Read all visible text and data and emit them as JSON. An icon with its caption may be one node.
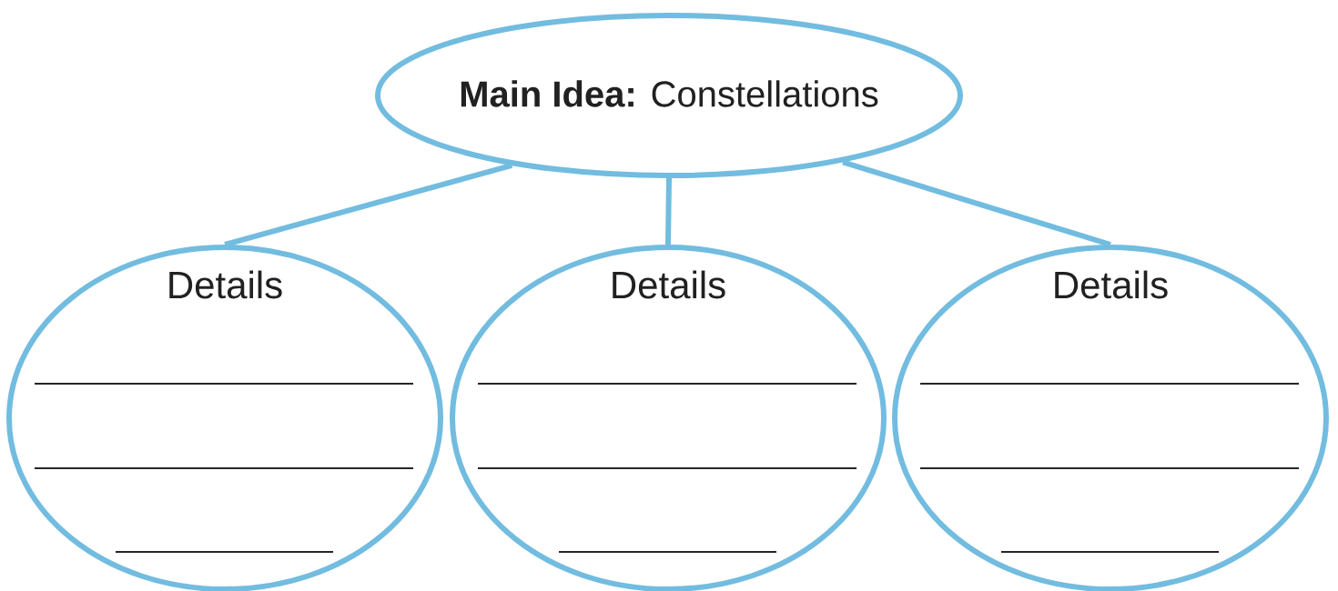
{
  "diagram": {
    "nodes": [
      {
        "text": [
          "**Main Idea:** Constellations"
        ]
      },
      {
        "text": [
          "Details"
        ]
      },
      {
        "text": [
          "Details"
        ]
      },
      {
        "text": [
          "Details"
        ]
      }
    ],
    "edges": [
      {
        "from": 0,
        "to": 1,
        "arrow": "none"
      },
      {
        "from": 0,
        "to": 2,
        "arrow": "none"
      },
      {
        "from": 0,
        "to": 3,
        "arrow": "none"
      }
    ]
  }
}
